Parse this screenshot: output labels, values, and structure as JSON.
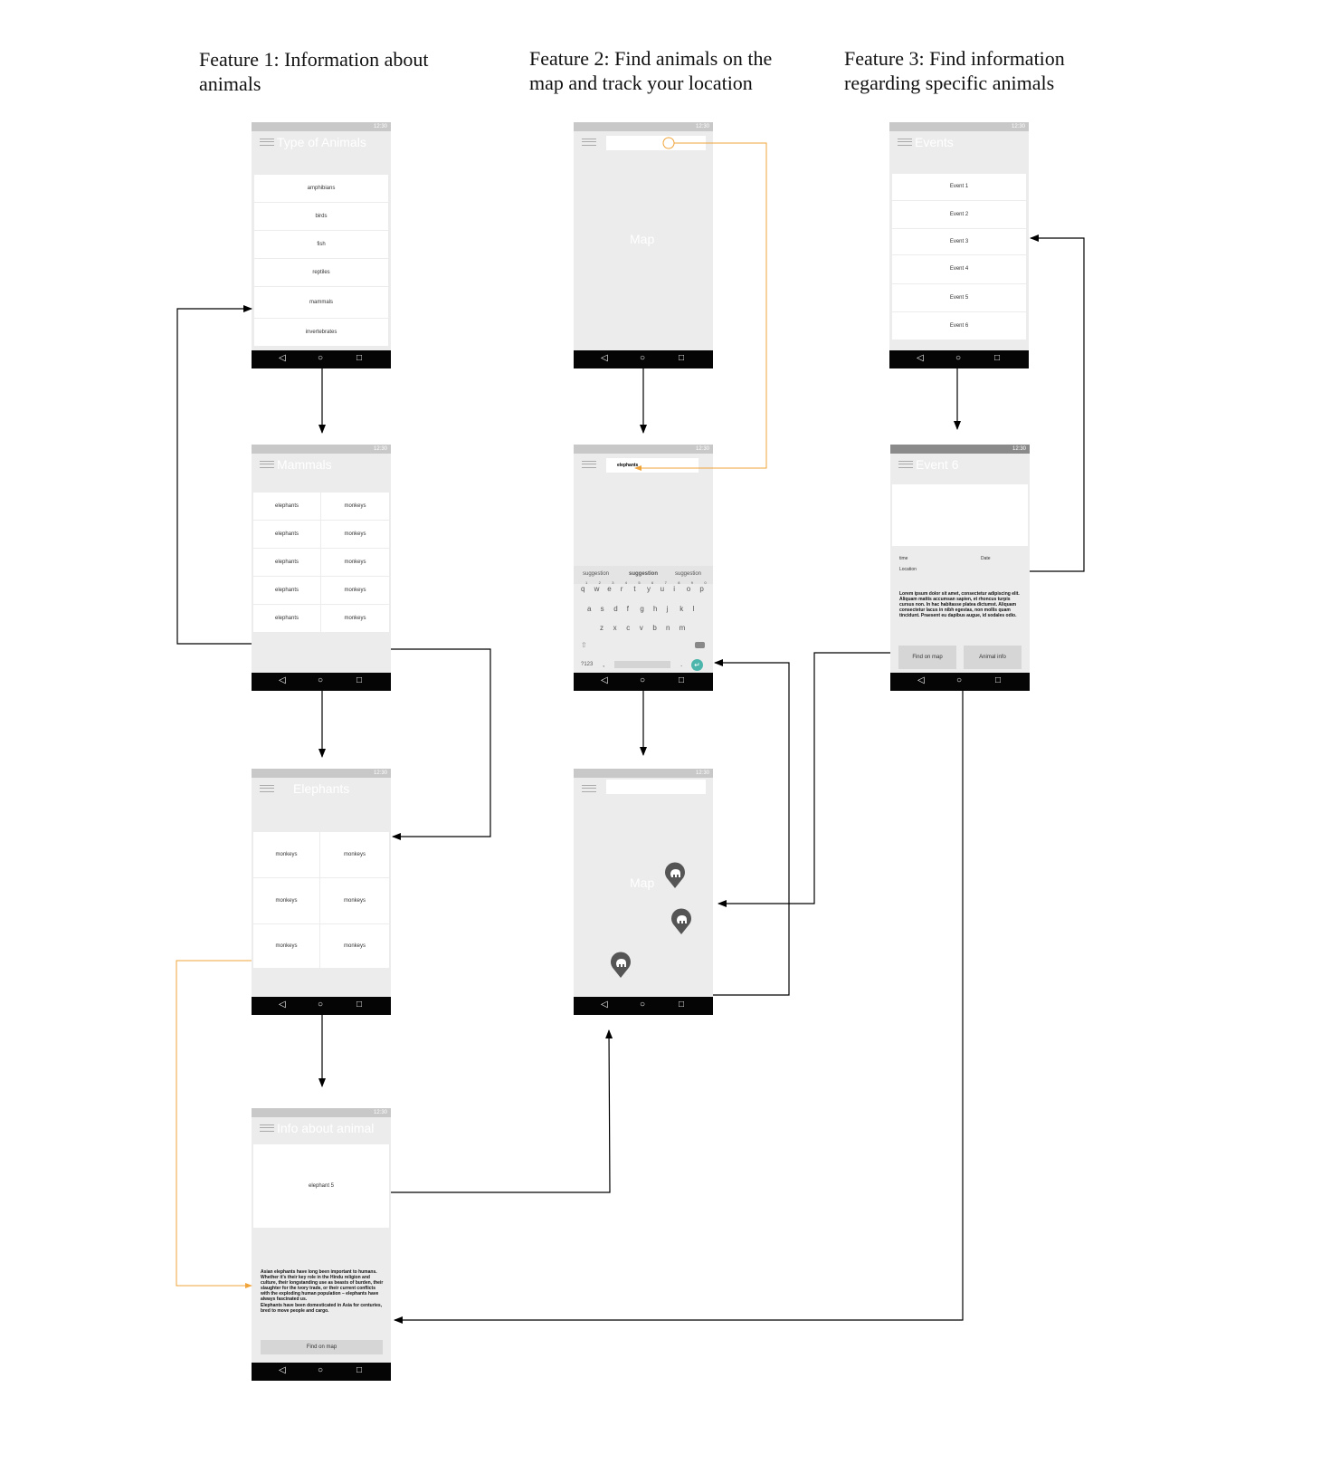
{
  "features": [
    {
      "title": "Feature 1: Information about animals"
    },
    {
      "title": "Feature 2: Find animals on the map and track your location"
    },
    {
      "title": "Feature 3: Find information regarding specific animals"
    }
  ],
  "status_time": "12:30",
  "nav": {
    "back": "◁",
    "home": "○",
    "recent": "□"
  },
  "screen_types": {
    "title": "Type of Animals",
    "items": [
      "amphibians",
      "birds",
      "fish",
      "reptiles",
      "mammals",
      "invertebrates"
    ]
  },
  "screen_mammals": {
    "title": "Mammals",
    "left": [
      "elephants",
      "elephants",
      "elephants",
      "elephants",
      "elephants"
    ],
    "right": [
      "monkeys",
      "monkeys",
      "monkeys",
      "monkeys",
      "monkeys"
    ]
  },
  "screen_elephants": {
    "title": "Elephants",
    "left": [
      "monkeys",
      "monkeys",
      "monkeys"
    ],
    "right": [
      "monkeys",
      "monkeys",
      "monkeys"
    ]
  },
  "screen_info": {
    "title": "Info about animal",
    "image_label": "elephant 5",
    "para1": "Asian elephants have long been important to humans. Whether it's their key role in the Hindu religion and culture, their longstanding use as beasts of burden, their slaughter for the ivory trade, or their current conflicts with the exploding human population – elephants have always fascinated us.",
    "para2": "Elephants have been domesticated in Asia for centuries, bred to move people and cargo.",
    "button": "Find on map"
  },
  "screen_map1": {
    "label": "Map"
  },
  "screen_search": {
    "query": "elephants",
    "suggestions": [
      "suggestion",
      "suggestion",
      "suggestion"
    ],
    "row1": [
      "q",
      "w",
      "e",
      "r",
      "t",
      "y",
      "u",
      "i",
      "o",
      "p"
    ],
    "row1_nums": [
      "1",
      "2",
      "3",
      "4",
      "5",
      "6",
      "7",
      "8",
      "9",
      "0"
    ],
    "row2": [
      "a",
      "s",
      "d",
      "f",
      "g",
      "h",
      "j",
      "k",
      "l"
    ],
    "row3": [
      "z",
      "x",
      "c",
      "v",
      "b",
      "n",
      "m"
    ],
    "sym": "?123",
    "comma": ",",
    "period": "."
  },
  "screen_map2": {
    "label": "Map"
  },
  "screen_events": {
    "title": "Events",
    "items": [
      "Event 1",
      "Event 2",
      "Event 3",
      "Event 4",
      "Event 5",
      "Event 6"
    ]
  },
  "screen_event6": {
    "title": "Event 6",
    "time": "time",
    "date": "Date",
    "location": "Location",
    "para": "Lorem ipsum dolor sit amet, consectetur adipiscing elit. Aliquam mattis accumsan sapien, et rhoncus turpis cursus non. In hac habitasse platea dictumst. Aliquam consectetur lacus in nibh egestas, non mollis quam tincidunt. Praesent eu dapibus augue, id sodales odio.",
    "btn1": "Find on map",
    "btn2": "Animal info"
  },
  "colors": {
    "flow": "#000000",
    "highlight": "#f0a43a",
    "accent": "#4db6ac"
  }
}
